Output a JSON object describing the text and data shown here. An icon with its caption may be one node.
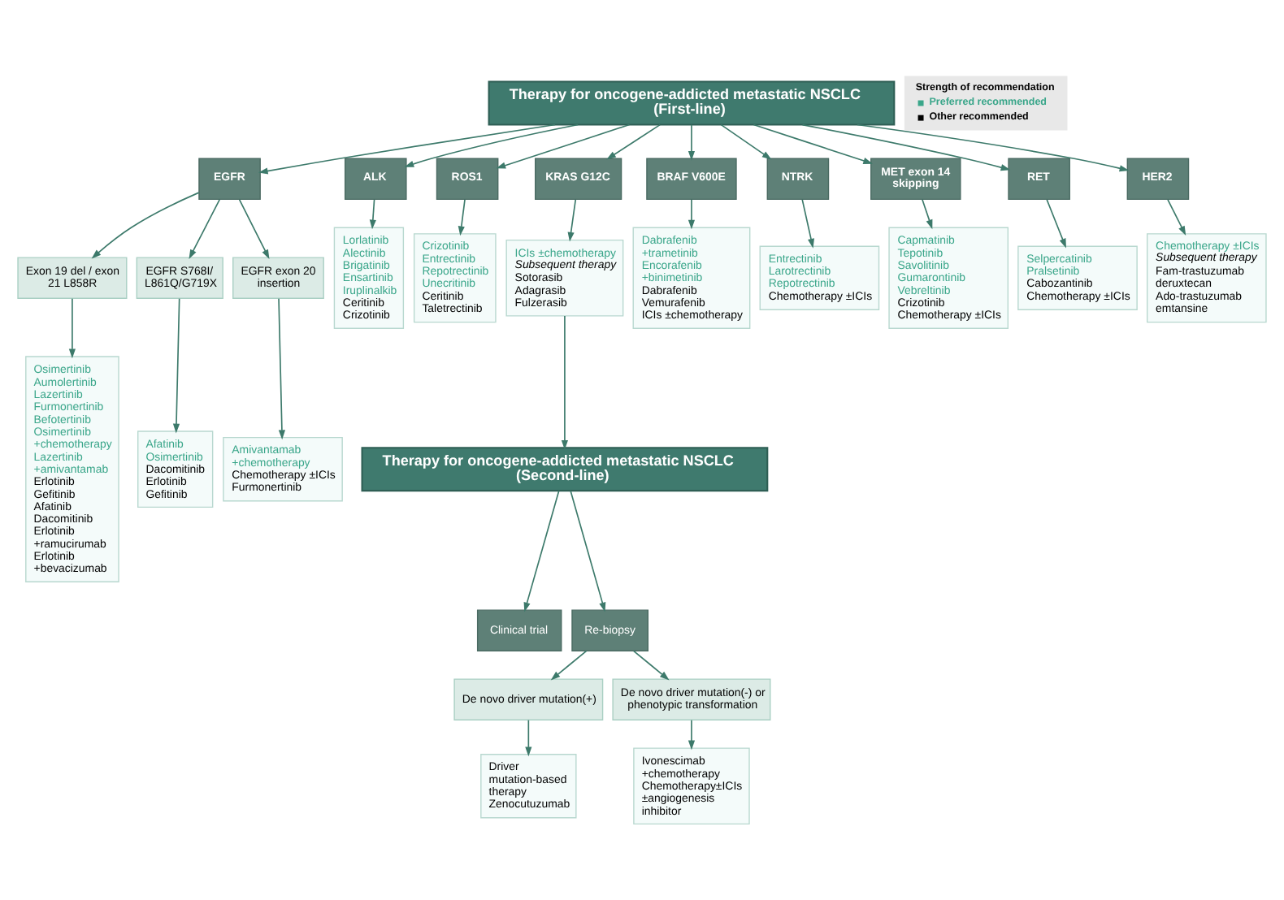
{
  "diagram": {
    "nodes": [
      {
        "text": [
          "Therapy for oncogene-addicted metastatic NSCLC (First-line)"
        ]
      },
      {
        "text": [
          "EGFR"
        ]
      },
      {
        "text": [
          "ALK"
        ]
      },
      {
        "text": [
          "ROS1"
        ]
      },
      {
        "text": [
          "KRAS G12C"
        ]
      },
      {
        "text": [
          "BRAF V600E"
        ]
      },
      {
        "text": [
          "NTRK"
        ]
      },
      {
        "text": [
          "MET exon 14 skipping"
        ]
      },
      {
        "text": [
          "RET"
        ]
      },
      {
        "text": [
          "HER2"
        ]
      },
      {
        "text": [
          "Exon 19 del / exon 21 L858R"
        ]
      },
      {
        "text": [
          "EGFR S768I/ L861Q/G719X"
        ]
      },
      {
        "text": [
          "EGFR exon 20 insertion"
        ]
      },
      {
        "text": [
          "Osimertinib",
          "Aumolertinib",
          "Lazertinib",
          "Furmonertinib",
          "Befotertinib",
          "Osimertinib +chemotherapy",
          "Lazertinib +amivantamab",
          "Erlotinib",
          "Gefitinib",
          "Afatinib",
          "Dacomitinib",
          "Erlotinib +ramucirumab",
          "Erlotinib +bevacizumab"
        ]
      },
      {
        "text": [
          "Afatinib",
          "Osimertinib",
          "Dacomitinib",
          "Erlotinib",
          "Gefitinib"
        ]
      },
      {
        "text": [
          "Amivantamab +chemotherapy",
          "Chemotherapy ±ICIs",
          "Furmonertinib"
        ]
      },
      {
        "text": [
          "Lorlatinib",
          "Alectinib",
          "Brigatinib",
          "Ensartinib",
          "Iruplinalkib",
          "Ceritinib",
          "Crizotinib"
        ]
      },
      {
        "text": [
          "Crizotinib",
          "Entrectinib",
          "Repotrectinib",
          "Unecritinib",
          "Ceritinib",
          "Taletrectinib"
        ]
      },
      {
        "text": [
          "ICIs ±chemotherapy",
          "Subsequent therapy",
          "Sotorasib",
          "Adagrasib",
          "Fulzerasib"
        ]
      },
      {
        "text": [
          "Dabrafenib +trametinib",
          "Encorafenib +binimetinib",
          "Dabrafenib",
          "Vemurafenib",
          "ICIs ±chemotherapy"
        ]
      },
      {
        "text": [
          "Entrectinib",
          "Larotrectinib",
          "Repotrectinib",
          "Chemotherapy ±ICIs"
        ]
      },
      {
        "text": [
          "Capmatinib",
          "Tepotinib",
          "Savolitinib",
          "Gumarontinib",
          "Vebreltinib",
          "Crizotinib",
          "Chemotherapy ±ICIs"
        ]
      },
      {
        "text": [
          "Selpercatinib",
          "Pralsetinib",
          "Cabozantinib",
          "Chemotherapy ±ICIs"
        ]
      },
      {
        "text": [
          "Chemotherapy ±ICIs",
          "Subsequent therapy",
          "Fam-trastuzumab deruxtecan",
          "Ado-trastuzumab emtansine"
        ]
      },
      {
        "text": [
          "Therapy for oncogene-addicted metastatic NSCLC (Second-line)"
        ]
      },
      {
        "text": [
          "Clinical trial"
        ]
      },
      {
        "text": [
          "Re-biopsy"
        ]
      },
      {
        "text": [
          "De novo driver mutation(+)"
        ]
      },
      {
        "text": [
          "De novo driver mutation(-) or phenotypic transformation"
        ]
      },
      {
        "text": [
          "Driver mutation-based therapy",
          "Zenocutuzumab"
        ]
      },
      {
        "text": [
          "Ivonescimab +chemotherapy",
          "Chemotherapy±ICIs ±angiogenesis inhibitor"
        ]
      }
    ],
    "edges": [
      {
        "from": 0,
        "to": 1,
        "arrow": "to"
      },
      {
        "from": 0,
        "to": 2,
        "arrow": "to"
      },
      {
        "from": 0,
        "to": 3,
        "arrow": "to"
      },
      {
        "from": 0,
        "to": 4,
        "arrow": "to"
      },
      {
        "from": 0,
        "to": 5,
        "arrow": "to"
      },
      {
        "from": 0,
        "to": 6,
        "arrow": "to"
      },
      {
        "from": 0,
        "to": 7,
        "arrow": "to"
      },
      {
        "from": 0,
        "to": 8,
        "arrow": "to"
      },
      {
        "from": 0,
        "to": 9,
        "arrow": "to"
      },
      {
        "from": 1,
        "to": 10,
        "arrow": "to"
      },
      {
        "from": 1,
        "to": 11,
        "arrow": "to"
      },
      {
        "from": 1,
        "to": 12,
        "arrow": "to"
      },
      {
        "from": 10,
        "to": 13,
        "arrow": "to"
      },
      {
        "from": 11,
        "to": 14,
        "arrow": "to"
      },
      {
        "from": 12,
        "to": 15,
        "arrow": "to"
      },
      {
        "from": 2,
        "to": 16,
        "arrow": "to"
      },
      {
        "from": 3,
        "to": 17,
        "arrow": "to"
      },
      {
        "from": 4,
        "to": 18,
        "arrow": "to"
      },
      {
        "from": 5,
        "to": 19,
        "arrow": "to"
      },
      {
        "from": 6,
        "to": 20,
        "arrow": "to"
      },
      {
        "from": 7,
        "to": 21,
        "arrow": "to"
      },
      {
        "from": 8,
        "to": 22,
        "arrow": "to"
      },
      {
        "from": 9,
        "to": 23,
        "arrow": "to"
      },
      {
        "from": 18,
        "to": 24,
        "arrow": "to"
      },
      {
        "from": 24,
        "to": 25,
        "arrow": "to"
      },
      {
        "from": 24,
        "to": 26,
        "arrow": "to"
      },
      {
        "from": 26,
        "to": 27,
        "arrow": "to"
      },
      {
        "from": 26,
        "to": 28,
        "arrow": "to"
      },
      {
        "from": 27,
        "to": 29,
        "arrow": "to"
      },
      {
        "from": 28,
        "to": 30,
        "arrow": "to"
      }
    ],
    "labels": [
      "Strength of recommendation"
    ],
    "legend": [
      {
        "text": "Preferred recommended",
        "color": "#3aa68a"
      },
      {
        "text": "Other recommended",
        "color": "#000000"
      }
    ]
  }
}
